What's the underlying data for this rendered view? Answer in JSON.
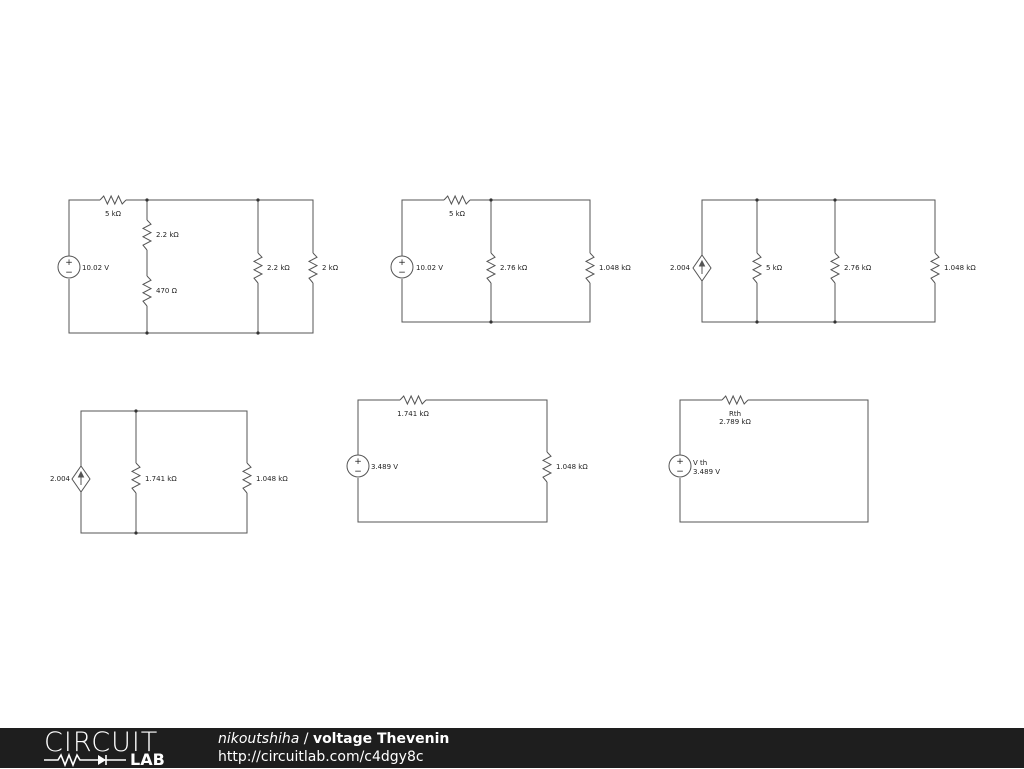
{
  "circuits": [
    {
      "id": "c1",
      "source_label": "10.02 V",
      "resistors": [
        "5 kΩ",
        "2.2 kΩ",
        "470 Ω",
        "2.2 kΩ",
        "2 kΩ"
      ]
    },
    {
      "id": "c2",
      "source_label": "10.02 V",
      "resistors": [
        "5 kΩ",
        "2.76 kΩ",
        "1.048 kΩ"
      ]
    },
    {
      "id": "c3",
      "source_label": "2.004",
      "resistors": [
        "5 kΩ",
        "2.76 kΩ",
        "1.048 kΩ"
      ]
    },
    {
      "id": "c4",
      "source_label": "2.004",
      "resistors": [
        "1.741 kΩ",
        "1.048 kΩ"
      ]
    },
    {
      "id": "c5",
      "source_label": "3.489 V",
      "resistors": [
        "1.741 kΩ",
        "1.048 kΩ"
      ]
    },
    {
      "id": "c6",
      "source_name": "V th",
      "source_label": "3.489 V",
      "resistor_name": "Rth",
      "resistor_value": "2.789 kΩ"
    }
  ],
  "footer": {
    "logo_top": "CIRCUIT",
    "logo_bottom": "LAB",
    "author": "nikoutshiha",
    "separator": " / ",
    "title": "voltage Thevenin",
    "url": "http://circuitlab.com/c4dgy8c"
  },
  "colors": {
    "wire": "#555555",
    "footer_bg": "#1e1e1e",
    "footer_text": "#ffffff"
  }
}
